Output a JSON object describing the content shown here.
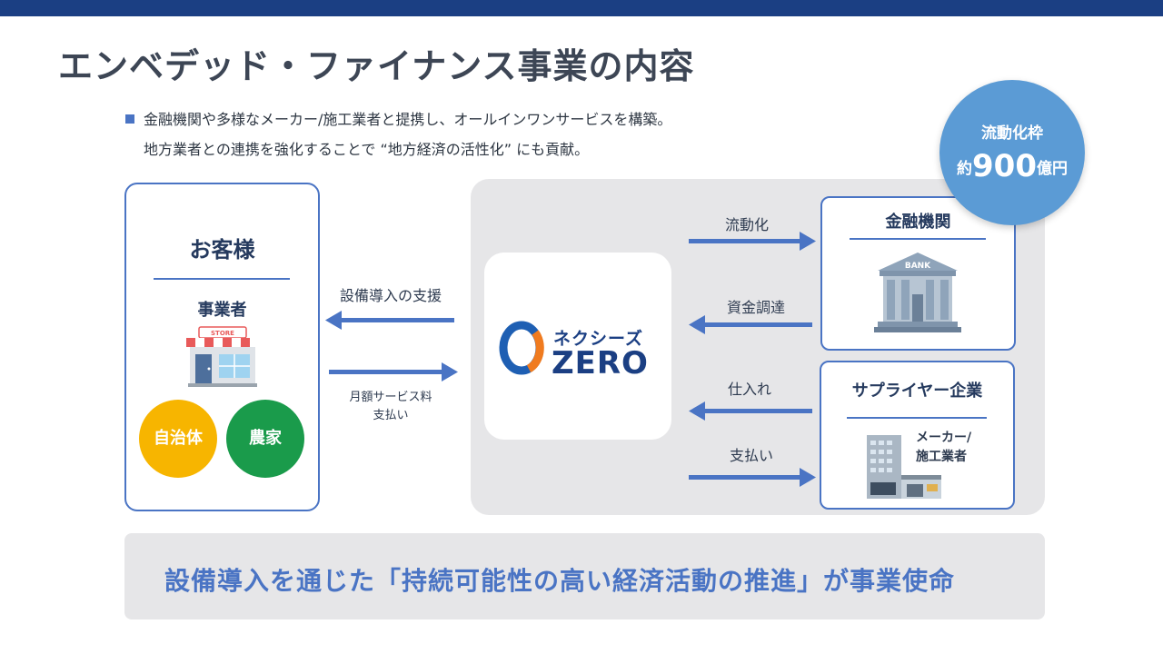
{
  "title": "エンベデッド・ファイナンス事業の内容",
  "bullets": {
    "line1": "金融機関や多様なメーカー/施工業者と提携し、オールインワンサービスを構築。",
    "line2": "地方業者との連携を強化することで “地方経済の活性化” にも貢献。"
  },
  "badge": {
    "line1": "流動化枠",
    "prefix": "約",
    "amount": "900",
    "unit": "億円"
  },
  "customer": {
    "title": "お客様",
    "subtitle": "事業者",
    "store_sign": "STORE",
    "circle_yellow": "自治体",
    "circle_green": "農家"
  },
  "center": {
    "label_support": "設備導入の支援",
    "label_fee_line1": "月額サービス料",
    "label_fee_line2": "支払い",
    "logo_kana": "ネクシーズ",
    "logo_word": "ZERO"
  },
  "bank": {
    "title": "金融機関",
    "sign": "BANK",
    "arrow_out": "流動化",
    "arrow_in": "資金調達"
  },
  "supplier": {
    "title": "サプライヤー企業",
    "label_line1": "メーカー/",
    "label_line2": "施工業者",
    "arrow_in": "仕入れ",
    "arrow_out": "支払い"
  },
  "mission": "設備導入を通じた「持続可能性の高い経済活動の推進」が事業使命",
  "colors": {
    "navy": "#1b3f83",
    "accent": "#4a74c4",
    "badge": "#5b9bd5",
    "yellow": "#f7b500",
    "green": "#1a9b4b",
    "panel": "#e6e6e8"
  }
}
